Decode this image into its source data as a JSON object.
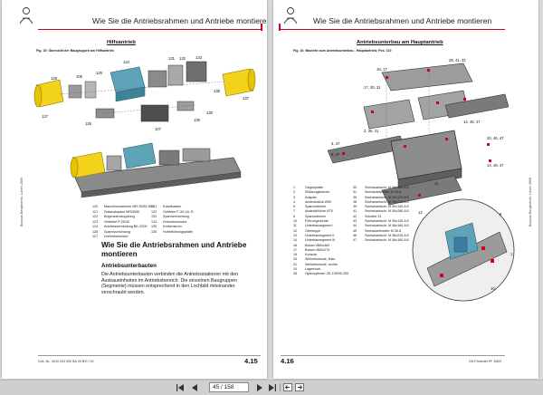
{
  "left_page": {
    "header_title": "Wie Sie die Antriebsrahmen und Antriebe montieren",
    "section_title": "Hilfsantrieb",
    "figure_caption": "Fig. 15:  Übersicht der Baugruppen am Hilfsantrieb",
    "callouts": [
      "131",
      "132",
      "133",
      "135",
      "134",
      "137",
      "125",
      "105",
      "124",
      "128",
      "127",
      "123",
      "122",
      "121",
      "120",
      "136",
      "127",
      "126",
      "107",
      "130"
    ],
    "legend_col1": [
      {
        "n": "120",
        "t": "Maschinenrahmen MR 25/50-900"
      },
      {
        "n": "121",
        "t": "Distanzkasten MR25/50"
      },
      {
        "n": "122",
        "t": "Bogenzahnkupplung"
      },
      {
        "n": "123",
        "t": "Getriebe P-25/30"
      },
      {
        "n": "124",
        "t": "Antriebsverbindung BK-S300"
      },
      {
        "n": "125",
        "t": "Spannvorrichtung"
      },
      {
        "n": "127",
        "t": "Drehstrommotor"
      }
    ],
    "legend_col2": [
      {
        "n": "131",
        "t": "Kobelkasten"
      },
      {
        "n": "132",
        "t": "Getriebe P-30 U/L-R"
      },
      {
        "n": "133",
        "t": "Spannvorrichtung"
      },
      {
        "n": "134",
        "t": "Drehstrommotor"
      },
      {
        "n": "135",
        "t": "Kohlenstrom"
      },
      {
        "n": "136",
        "t": "Hobelführungsplatte"
      }
    ],
    "heading2": "Wie Sie die Antriebsrahmen und Antriebe montieren",
    "heading3": "Antriebsunterbauten",
    "paragraph": "Die Antriebsunterbauten verbinden die Antriebsstationen mit den Ausbaueinheiten im Antriebsbereich. Die einzelnen Baugruppen (Segmente) müssen entsprechend in den Lochbild miteinander verschraubt werden.",
    "side_text": "Bucyrus Bergtechnik, Lünen 2009",
    "footer_text": "Dok.-Nr.: 0010 004 000 BA 00          BVI / 02",
    "page_number": "4.15"
  },
  "right_page": {
    "header_title": "Wie Sie die Antriebsrahmen und Antriebe montieren",
    "section_title": "Antriebsunterbau am Hauptantrieb",
    "figure_caption": "Fig. 16:  Bauteile zum Antriebsunterbau - Hauptantrieb; Pos. 110",
    "callouts": [
      "39, 41, 42",
      "7",
      "16, 17",
      "17, 30, 31",
      "2, 35, 31",
      "8, 47",
      "3, 47",
      "14, 46, 47",
      "20, 46, 47",
      "14, 46, 47",
      "11",
      "12",
      "9",
      "1",
      "10"
    ],
    "legend_col1": [
      {
        "n": "1",
        "t": "Gegenplatte"
      },
      {
        "n": "2",
        "t": "Stützungsbleche"
      },
      {
        "n": "3",
        "t": "Adapter"
      },
      {
        "n": "4",
        "t": "Abdeckstück Ø50"
      },
      {
        "n": "5",
        "t": "Spannrahmen"
      },
      {
        "n": "7",
        "t": "Abdeckblöcke Ø70"
      },
      {
        "n": "8",
        "t": "Spannrahmen"
      },
      {
        "n": "10",
        "t": "Führungsrechte"
      },
      {
        "n": "11",
        "t": "Unterbausegment I"
      },
      {
        "n": "12",
        "t": "Oberkippe"
      },
      {
        "n": "13",
        "t": "Unterbausegment II"
      },
      {
        "n": "14",
        "t": "Unterbausegment III"
      },
      {
        "n": "16",
        "t": "Bolzen Ø60x460"
      },
      {
        "n": "17",
        "t": "Bolzen Ø60x270"
      },
      {
        "n": "19",
        "t": "Konsole"
      },
      {
        "n": "20",
        "t": "Winkelkonsole, links"
      },
      {
        "n": "21",
        "t": "Winkelkonsole, rechts"
      },
      {
        "n": "24",
        "t": "Lagerbock"
      },
      {
        "n": "28",
        "t": "Hydrozylinder ZE-135/90-300"
      }
    ],
    "legend_col2": [
      {
        "n": "30",
        "t": "Sechskantschr. M 30x180-8.8"
      },
      {
        "n": "31",
        "t": "Sechskantmutter M 30-8"
      },
      {
        "n": "35",
        "t": "Sechskantschr. M 20x120-8.8"
      },
      {
        "n": "38",
        "t": "Sechskantschr. M 20x220-8.8"
      },
      {
        "n": "39",
        "t": "Sechskantschr. M 30x140-8.8"
      },
      {
        "n": "41",
        "t": "Sechskantschr. M 30x280-8.8"
      },
      {
        "n": "42",
        "t": "Scheibe 31"
      },
      {
        "n": "43",
        "t": "Sechskantschr. M 36x130-8.8"
      },
      {
        "n": "44",
        "t": "Sechskantschr. M 36x160-8.8"
      },
      {
        "n": "45",
        "t": "Sechskantmutter M 36-8"
      },
      {
        "n": "46",
        "t": "Sechskantschr. M 36x210-8.8"
      },
      {
        "n": "47",
        "t": "Sechskantschr. M 36x160-8.8"
      }
    ],
    "side_text": "Bucyrus Bergtechnik, Lünen 2009",
    "footer_text": "DH-Fördertel PF 3/822",
    "page_number": "4.16"
  },
  "toolbar": {
    "page_value": "45 / 158"
  },
  "colors": {
    "accent_red": "#d0021b",
    "motor_yellow": "#f2d21b",
    "gearbox_teal": "#5ea3b8",
    "frame_grey": "#7a7a7a"
  },
  "icons": [
    "person-logo-icon",
    "first-page-icon",
    "previous-page-icon",
    "next-page-icon",
    "last-page-icon",
    "back-icon",
    "forward-icon"
  ]
}
